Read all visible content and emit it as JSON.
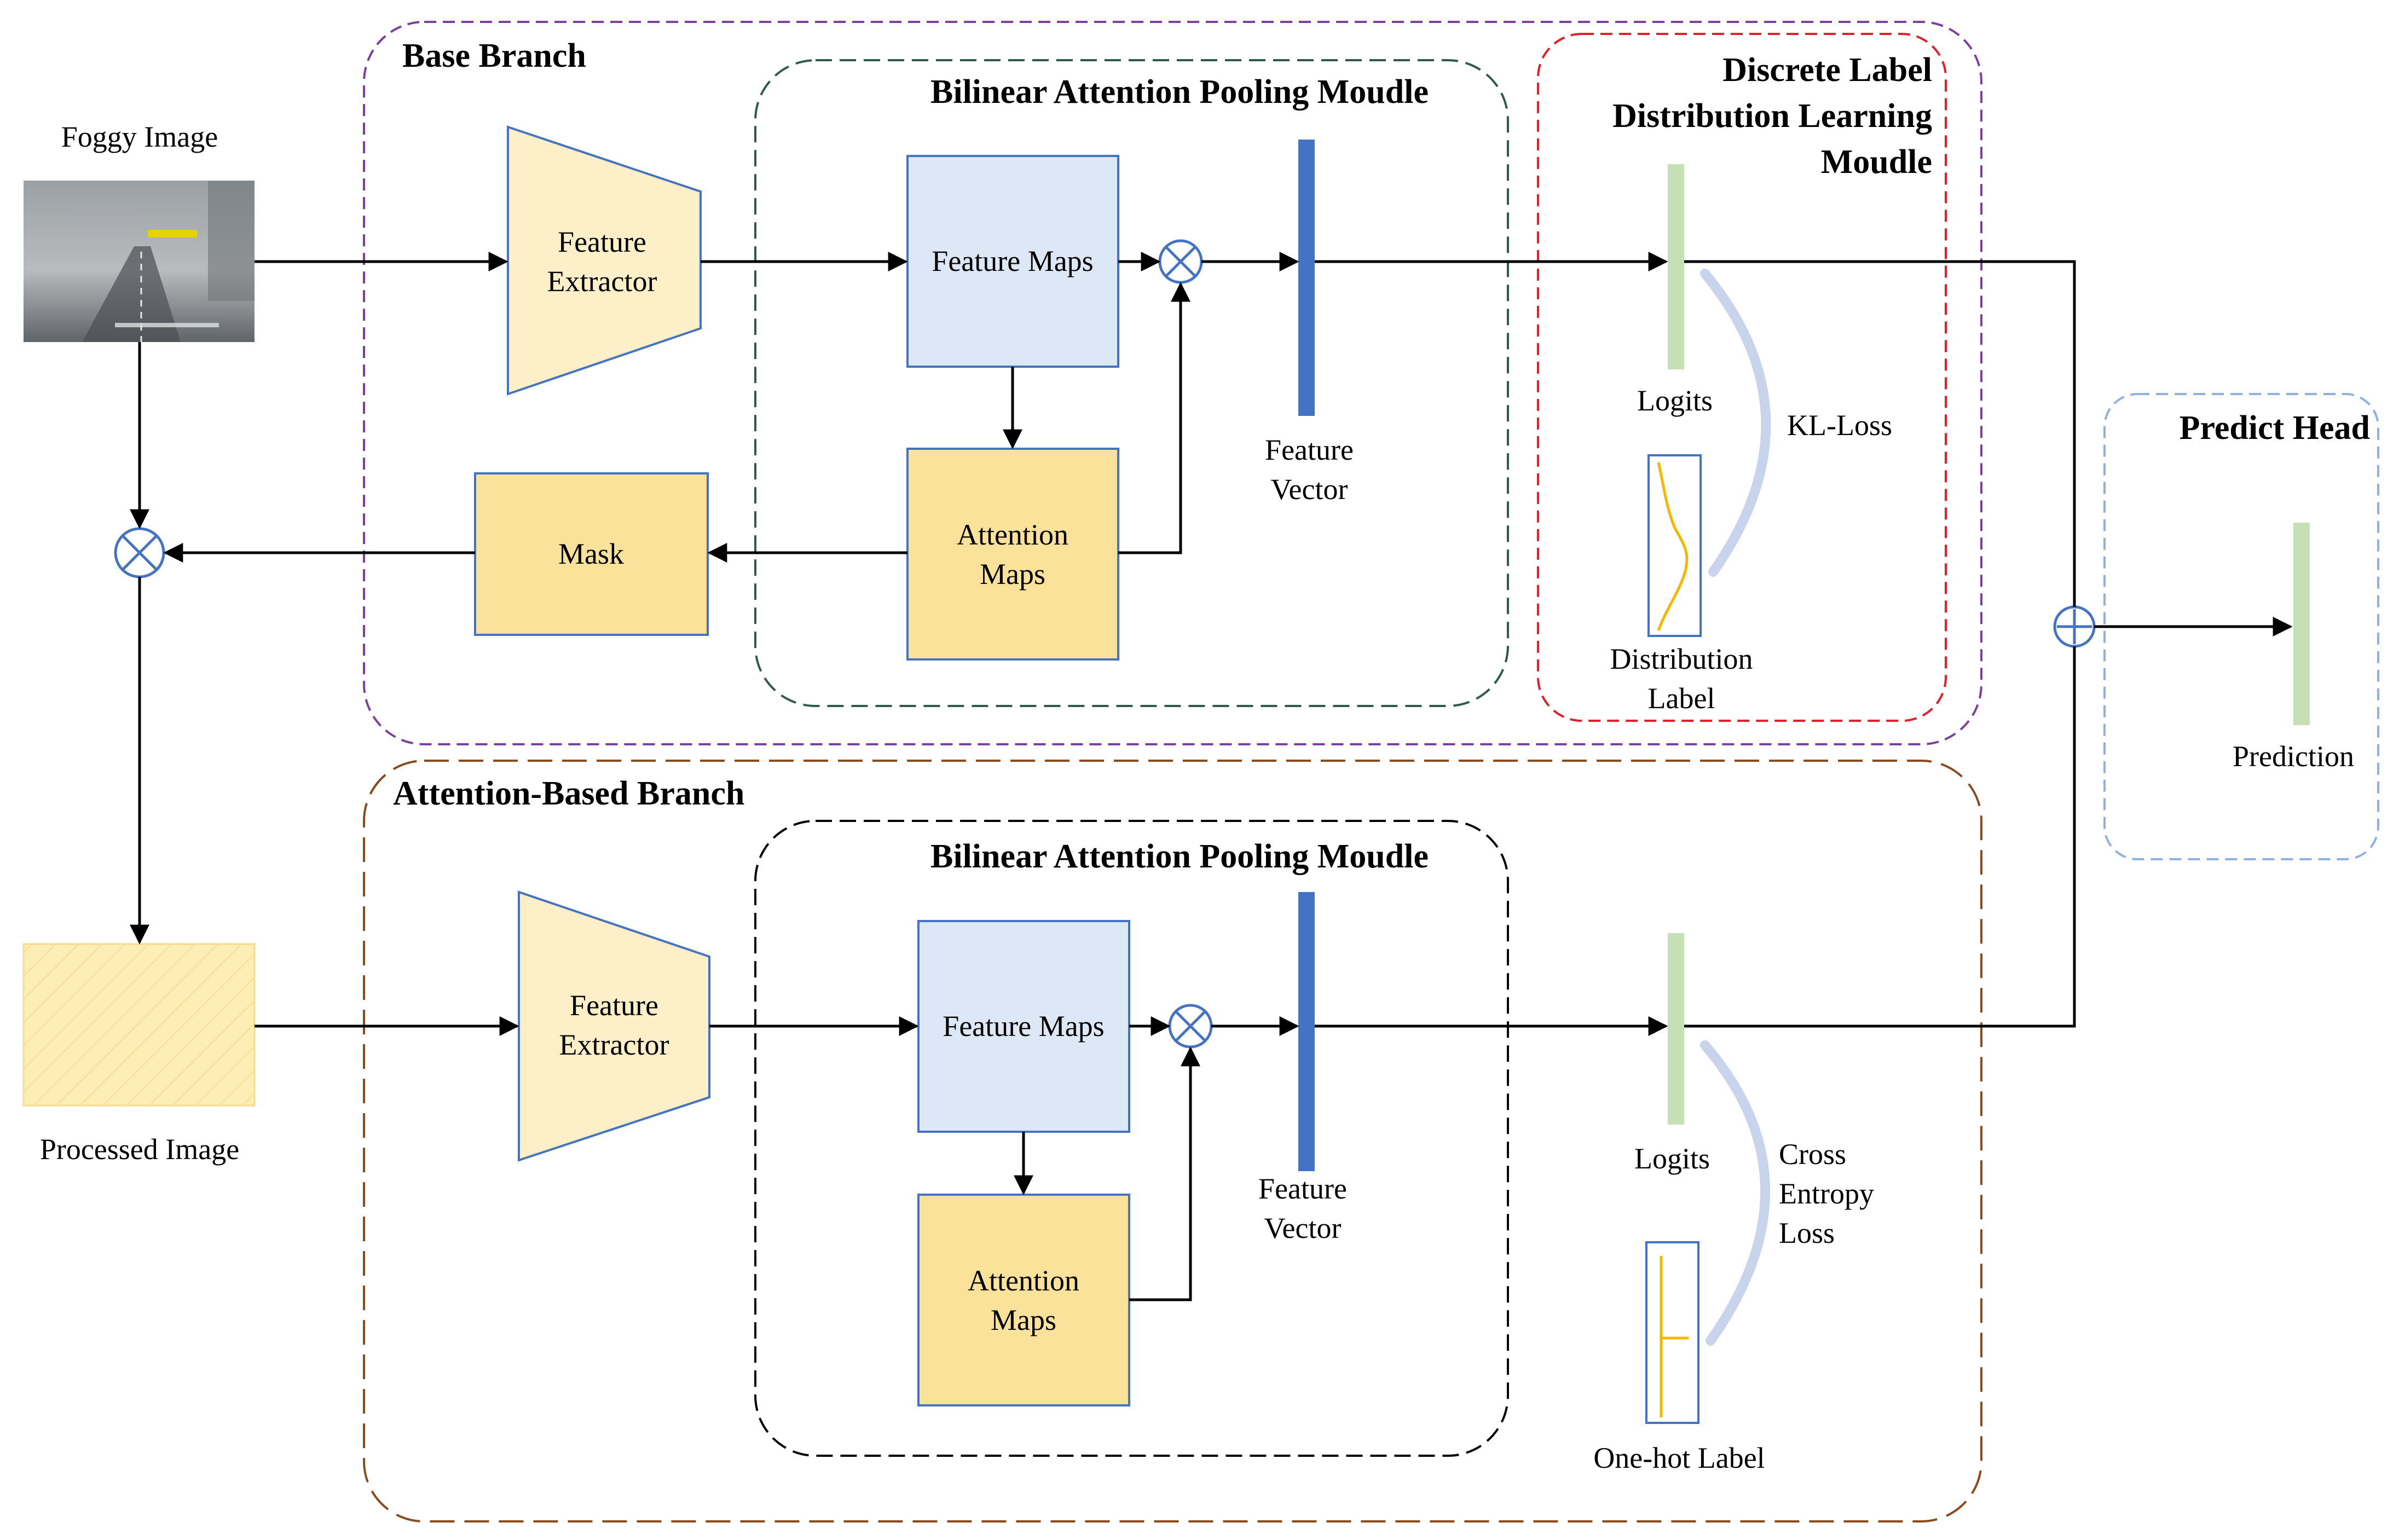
{
  "sections": {
    "base_branch": "Base Branch",
    "attention_branch": "Attention-Based Branch",
    "bap_top": "Bilinear Attention Pooling Moudle",
    "bap_bottom": "Bilinear Attention Pooling Moudle",
    "dldl": [
      "Discrete Label",
      "Distribution Learning",
      "Moudle"
    ],
    "predict_head": "Predict Head"
  },
  "inputs": {
    "foggy_image": "Foggy Image",
    "processed_image": "Processed Image"
  },
  "base": {
    "feature_extractor": [
      "Feature",
      "Extractor"
    ],
    "feature_maps": "Feature Maps",
    "attention_maps": [
      "Attention",
      "Maps"
    ],
    "mask": "Mask",
    "feature_vector": [
      "Feature",
      "Vector"
    ],
    "logits": "Logits",
    "distribution_label": [
      "Distribution",
      "Label"
    ],
    "loss": "KL-Loss"
  },
  "attention": {
    "feature_extractor": [
      "Feature",
      "Extractor"
    ],
    "feature_maps": "Feature Maps",
    "attention_maps": [
      "Attention",
      "Maps"
    ],
    "feature_vector": [
      "Feature",
      "Vector"
    ],
    "logits": "Logits",
    "onehot_label": "One-hot Label",
    "loss": [
      "Cross",
      "Entropy",
      "Loss"
    ]
  },
  "head": {
    "prediction": "Prediction"
  },
  "colors": {
    "purple_dash": "#7b3fa0",
    "brown_dash": "#8b4a1c",
    "green_dash": "#2f5a46",
    "red_dash": "#e0202a",
    "blue_dash": "#8fb0e0",
    "extractor_fill": "#fdf0c8",
    "feature_maps_fill": "#dce8f5",
    "attention_fill": "#fbe29a",
    "vector_blue": "#4472c4",
    "logits_green": "#c5e0b4",
    "curve_yellow": "#f5b700",
    "box_border": "#4472c4"
  }
}
